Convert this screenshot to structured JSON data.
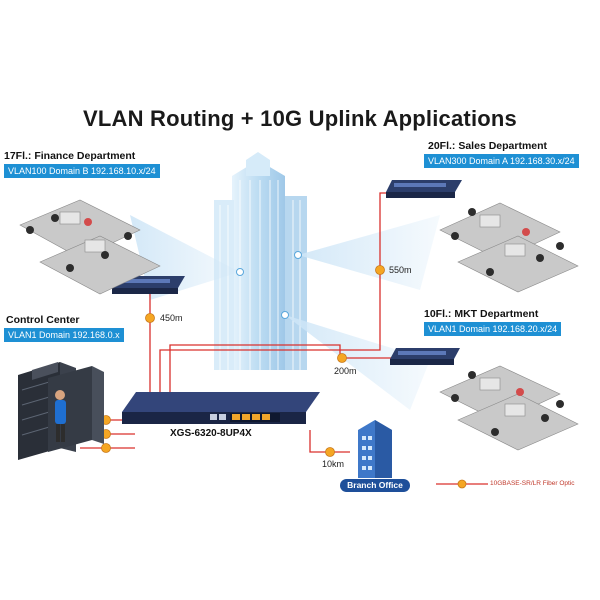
{
  "title": "VLAN Routing + 10G Uplink Applications",
  "departments": [
    {
      "name": "17Fl.: Finance Department",
      "vlan": "VLAN100 Domain B 192.168.10.x/24"
    },
    {
      "name": "20Fl.: Sales Department",
      "vlan": "VLAN300 Domain A 192.168.30.x/24"
    },
    {
      "name": "Control Center",
      "vlan": "VLAN1 Domain 192.168.0.x"
    },
    {
      "name": "10Fl.: MKT Department",
      "vlan": "VLAN1 Domain 192.168.20.x/24"
    }
  ],
  "distances": [
    "550m",
    "450m",
    "200m",
    "10km"
  ],
  "switch_model": "XGS-6320-8UP4X",
  "branch_office": "Branch Office",
  "legend": {
    "label": "10GBASE-SR/LR Fiber Optic"
  },
  "colors": {
    "fiber": "#d9302c",
    "vlan_box": "#1e90d4",
    "switch": "#24325a",
    "branch": "#1e4f9a",
    "tower": "#c9e3f5"
  }
}
